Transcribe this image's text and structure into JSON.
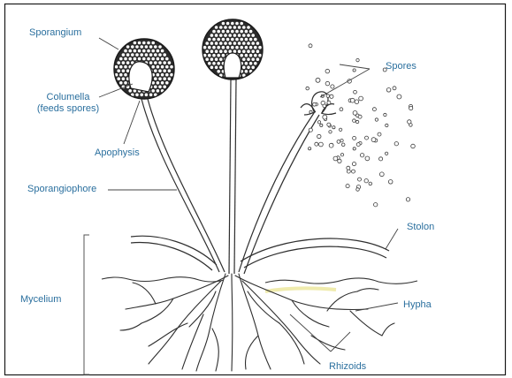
{
  "diagram": {
    "labels": {
      "sporangium": "Sporangium",
      "columella_line1": "Columella",
      "columella_line2": "(feeds spores)",
      "apophysis": "Apophysis",
      "sporangiophore": "Sporangiophore",
      "spores": "Spores",
      "stolon": "Stolon",
      "mycelium": "Mycelium",
      "hypha": "Hypha",
      "rhizoids": "Rhizoids"
    },
    "colors": {
      "label_text": "#2a6f9e",
      "line": "#2e2e2e",
      "frame": "#1a1a1a",
      "spore_fill": "#ffffff",
      "sporangium_fill": "#2b2b2b",
      "highlight": "#e8e28a"
    }
  }
}
